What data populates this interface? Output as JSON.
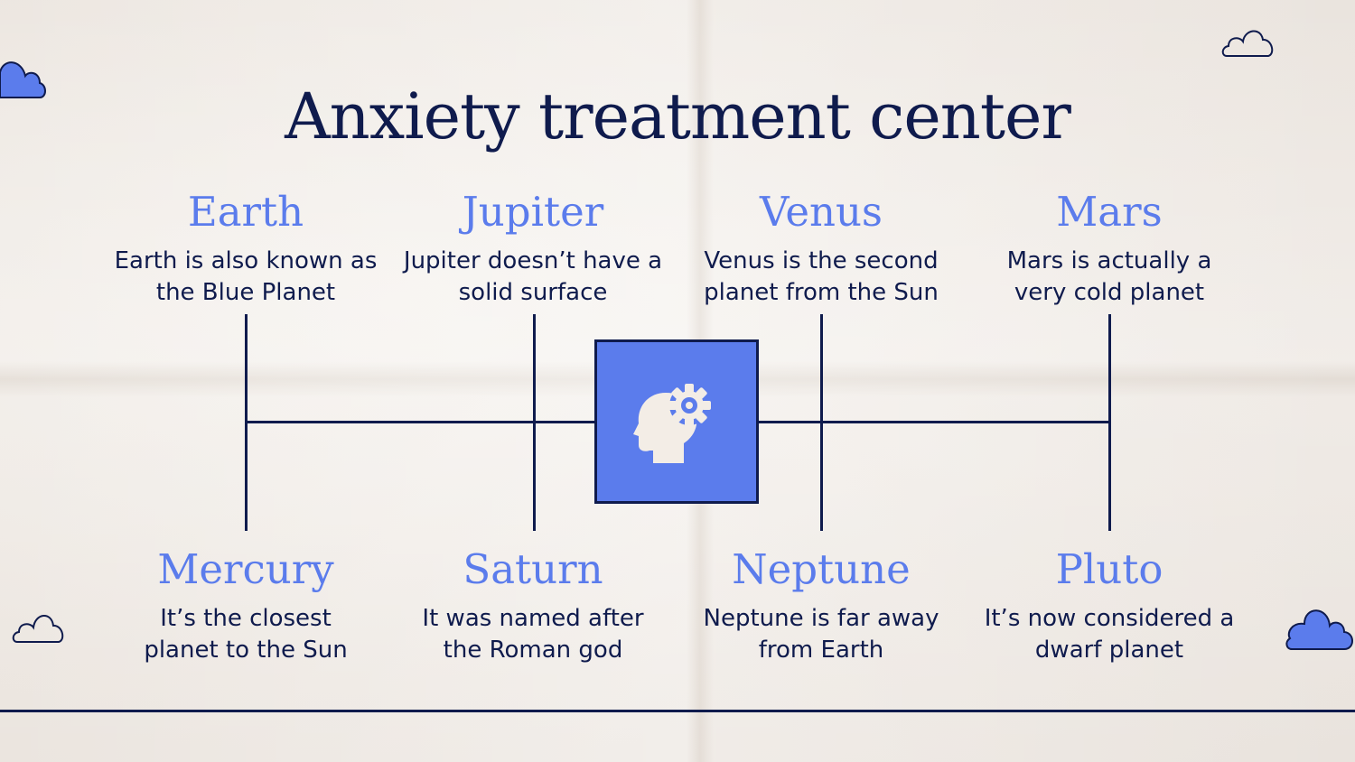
{
  "title": "Anxiety treatment center",
  "colors": {
    "navy": "#0f1b4d",
    "accent_blue": "#5b7cec",
    "background": "#f0ebe6"
  },
  "center_icon": "head-with-gear-icon",
  "top_items": [
    {
      "title": "Earth",
      "description": "Earth is also known as the Blue Planet"
    },
    {
      "title": "Jupiter",
      "description": "Jupiter doesn’t have a solid surface"
    },
    {
      "title": "Venus",
      "description": "Venus is the second planet from the Sun"
    },
    {
      "title": "Mars",
      "description": "Mars is actually a very cold planet"
    }
  ],
  "bottom_items": [
    {
      "title": "Mercury",
      "description": "It’s the closest planet to the Sun"
    },
    {
      "title": "Saturn",
      "description": "It was named after the Roman god"
    },
    {
      "title": "Neptune",
      "description": "Neptune is far away from Earth"
    },
    {
      "title": "Pluto",
      "description": "It’s now considered a dwarf planet"
    }
  ]
}
